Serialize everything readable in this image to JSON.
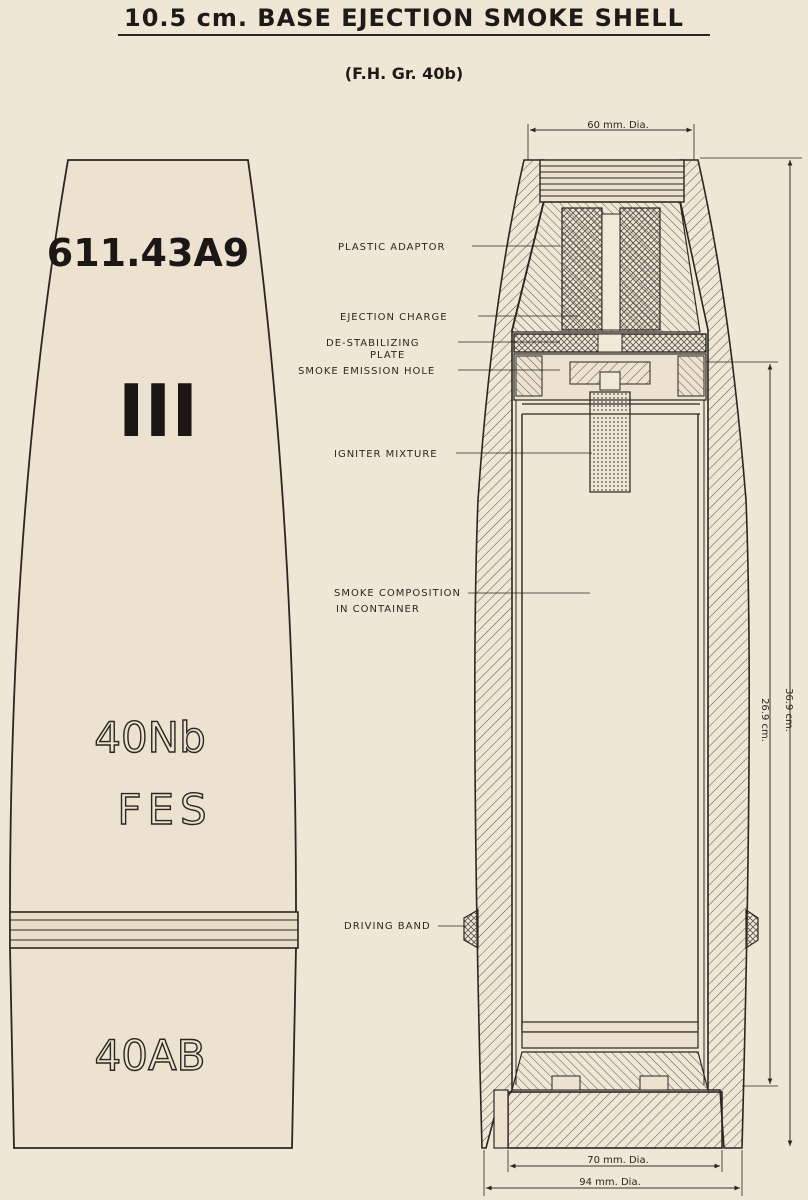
{
  "title": "10.5 cm. BASE EJECTION SMOKE SHELL",
  "subtitle": "(F.H. Gr. 40b)",
  "exterior_view": {
    "marking_top": "611.43A9",
    "marking_bars": "III",
    "marking_mid1": "40Nb",
    "marking_mid2": "FES",
    "marking_base": "40AB"
  },
  "labels": {
    "plastic_adaptor": "PLASTIC ADAPTOR",
    "ejection_charge": "EJECTION CHARGE",
    "de_stabilizing_1": "DE-STABILIZING",
    "de_stabilizing_2": "PLATE",
    "smoke_emission_hole": "SMOKE EMISSION HOLE",
    "igniter_mixture": "IGNITER MIXTURE",
    "smoke_composition_1": "SMOKE COMPOSITION",
    "smoke_composition_2": "IN CONTAINER",
    "driving_band": "DRIVING BAND"
  },
  "dimensions": {
    "nose_dia": "60 mm. Dia.",
    "inner_length": "26.9 cm.",
    "overall_length": "36.9 cm.",
    "base_dia_inner": "70 mm. Dia.",
    "base_dia_outer": "94 mm. Dia."
  },
  "colors": {
    "paper": "#efe6d6",
    "ink": "#2a2622",
    "hatch": "#5a5249"
  }
}
